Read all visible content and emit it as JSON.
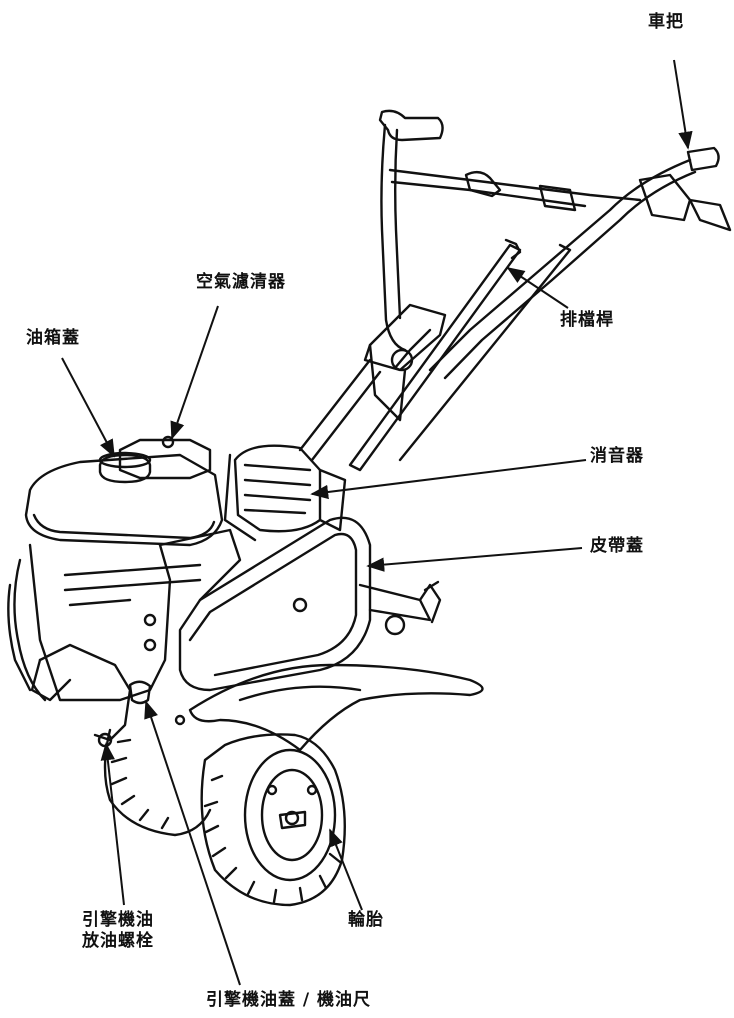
{
  "labels": {
    "handlebar": "車把",
    "air_cleaner": "空氣濾清器",
    "fuel_cap": "油箱蓋",
    "shift_lever": "排檔桿",
    "muffler": "消音器",
    "belt_cover": "皮帶蓋",
    "tire": "輪胎",
    "drain_bolt_line1": "引擎機油",
    "drain_bolt_line2": "放油螺栓",
    "oil_filler_dipstick": "引擎機油蓋 / 機油尺"
  }
}
